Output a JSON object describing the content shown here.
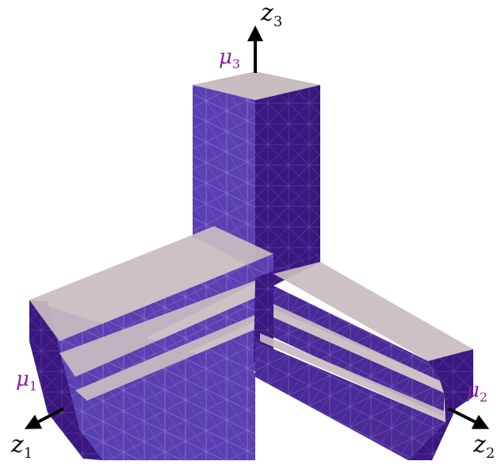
{
  "colors": {
    "side_face": "#5a3fb0",
    "side_face_dark": "#4a2a96",
    "side_face_deep": "#3b1780",
    "top_face": "#c9bcc0",
    "grid_line": "#8c7fd6",
    "axis": "#000000",
    "mu_label": "#8a1f9a",
    "background": "#ffffff"
  },
  "axes": {
    "z1": {
      "symbol": "z",
      "subscript": "1"
    },
    "z2": {
      "symbol": "z",
      "subscript": "2"
    },
    "z3": {
      "symbol": "z",
      "subscript": "3"
    }
  },
  "labels": {
    "mu1": {
      "symbol": "μ",
      "subscript": "1"
    },
    "mu2": {
      "symbol": "μ",
      "subscript": "2"
    },
    "mu3": {
      "symbol": "μ",
      "subscript": "3"
    }
  }
}
